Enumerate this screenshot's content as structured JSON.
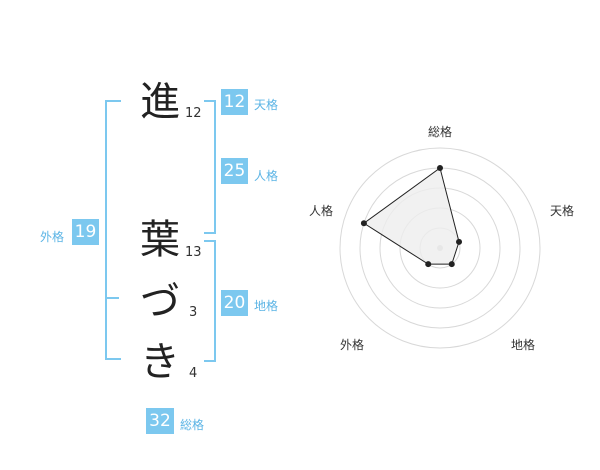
{
  "name": {
    "characters": [
      {
        "char": "進",
        "strokes": "12"
      },
      {
        "char": "葉",
        "strokes": "13"
      },
      {
        "char": "づ",
        "strokes": "3"
      },
      {
        "char": "き",
        "strokes": "4"
      }
    ]
  },
  "fortune": {
    "tenkaku": {
      "value": "12",
      "label": "天格"
    },
    "jinkaku": {
      "value": "25",
      "label": "人格"
    },
    "chikaku": {
      "value": "20",
      "label": "地格"
    },
    "gaikaku": {
      "value": "19",
      "label": "外格"
    },
    "soukaku": {
      "value": "32",
      "label": "総格"
    }
  },
  "chart_data": {
    "type": "radar",
    "axes": [
      "総格",
      "天格",
      "地格",
      "外格",
      "人格"
    ],
    "values": [
      4,
      1,
      1,
      1,
      4
    ],
    "max": 5,
    "rings": 5,
    "grid": true,
    "fill_color": "#eeeeee",
    "line_color": "#222222"
  }
}
